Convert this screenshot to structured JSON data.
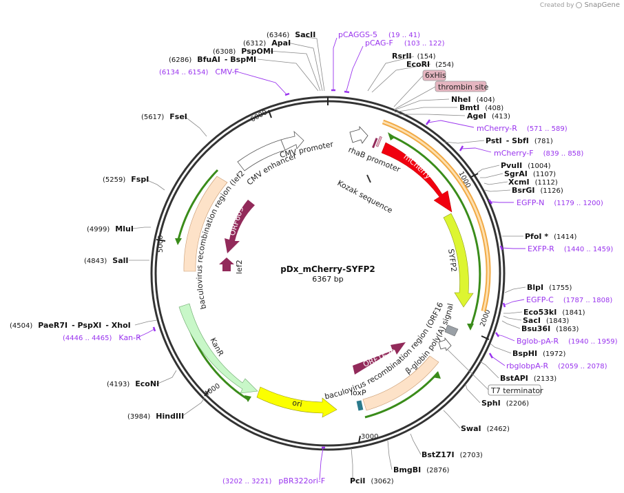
{
  "credit": {
    "created_by": "Created by",
    "brand": "SnapGene"
  },
  "plasmid": {
    "name": "pDx_mCherry-SYFP2",
    "size": "6367 bp"
  },
  "ticks": [
    {
      "text": "1000"
    },
    {
      "text": "2000"
    },
    {
      "text": "3000"
    },
    {
      "text": "4000"
    },
    {
      "text": "5000"
    },
    {
      "text": "6000"
    }
  ],
  "enzymes": [
    {
      "name": "SacII",
      "pos": "(6346)"
    },
    {
      "name": "ApaI",
      "pos": "(6312)"
    },
    {
      "name": "PspOMI",
      "pos": "(6308)"
    },
    {
      "name": "BfuAI",
      "pos": "(6286)",
      "extra": "- BspMI"
    },
    {
      "name": "RsrII",
      "pos": "(154)"
    },
    {
      "name": "EcoRI",
      "pos": "(254)"
    },
    {
      "name": "NheI",
      "pos": "(404)"
    },
    {
      "name": "BmtI",
      "pos": "(408)"
    },
    {
      "name": "AgeI",
      "pos": "(413)"
    },
    {
      "name": "PstI",
      "pos": "(781)",
      "extra": "- SbfI"
    },
    {
      "name": "PvuII",
      "pos": "(1004)"
    },
    {
      "name": "SgrAI",
      "pos": "(1107)"
    },
    {
      "name": "XcmI",
      "pos": "(1112)"
    },
    {
      "name": "BsrGI",
      "pos": "(1126)"
    },
    {
      "name": "PfoI *",
      "pos": "(1414)"
    },
    {
      "name": "BlpI",
      "pos": "(1755)"
    },
    {
      "name": "Eco53kI",
      "pos": "(1841)"
    },
    {
      "name": "SacI",
      "pos": "(1843)"
    },
    {
      "name": "Bsu36I",
      "pos": "(1863)"
    },
    {
      "name": "BspHI",
      "pos": "(1972)"
    },
    {
      "name": "BstAPI",
      "pos": "(2133)"
    },
    {
      "name": "SphI",
      "pos": "(2206)"
    },
    {
      "name": "SwaI",
      "pos": "(2462)"
    },
    {
      "name": "BstZ17I",
      "pos": "(2703)"
    },
    {
      "name": "BmgBI",
      "pos": "(2876)"
    },
    {
      "name": "PciI",
      "pos": "(3062)"
    },
    {
      "name": "HindIII",
      "pos": "(3984)"
    },
    {
      "name": "EcoNI",
      "pos": "(4193)"
    },
    {
      "name": "PaeR7I",
      "pos": "(4504)",
      "extra": "- PspXI",
      "extra2": "- XhoI"
    },
    {
      "name": "SalI",
      "pos": "(4843)"
    },
    {
      "name": "MluI",
      "pos": "(4999)"
    },
    {
      "name": "FspI",
      "pos": "(5259)"
    },
    {
      "name": "FseI",
      "pos": "(5617)"
    }
  ],
  "primers": [
    {
      "name": "pCAGGS-5",
      "range": "(19 .. 41)"
    },
    {
      "name": "pCAG-F",
      "range": "(103 .. 122)"
    },
    {
      "name": "CMV-F",
      "range": "(6134 .. 6154)"
    },
    {
      "name": "mCherry-R",
      "range": "(571 .. 589)"
    },
    {
      "name": "mCherry-F",
      "range": "(839 .. 858)"
    },
    {
      "name": "EGFP-N",
      "range": "(1179 .. 1200)"
    },
    {
      "name": "EXFP-R",
      "range": "(1440 .. 1459)"
    },
    {
      "name": "EGFP-C",
      "range": "(1787 .. 1808)"
    },
    {
      "name": "Bglob-pA-R",
      "range": "(1940 .. 1959)"
    },
    {
      "name": "rbglobpA-R",
      "range": "(2059 .. 2078)"
    },
    {
      "name": "Kan-R",
      "range": "(4446 .. 4465)"
    },
    {
      "name": "pBR322ori-F",
      "range": "(3202 .. 3221)"
    }
  ],
  "boxed_features": [
    {
      "name": "6xHis"
    },
    {
      "name": "thrombin site"
    },
    {
      "name": "T7 terminator"
    }
  ],
  "features": {
    "rhaB": "rhaB promoter",
    "kozak": "Kozak sequence",
    "mcherry": "mCherry",
    "sypf2": "SYFP2",
    "bglobin": "β-globin poly(A) signal",
    "orf1629": "ORF1629",
    "bac_right": "baculovirus recombination region (ORF1629)",
    "loxp": "loxP",
    "ori": "ori",
    "kanr": "KanR",
    "bac_left": "baculovirus recombination region (lef2/ORF603)",
    "lef2": "lef2",
    "orf603": "ORF603",
    "cmv_enhancer": "CMV enhancer",
    "cmv_promoter": "CMV promoter"
  },
  "colors": {
    "backbone": "#333333",
    "mcherry": "#f0000f",
    "sypf2": "#ddf531",
    "orf": "#922a5a",
    "recomb": "#fde2c8",
    "ori": "#fbff00",
    "kanr": "#c8f7c8",
    "primer": "#9933ee",
    "orange_arc": "#f0a030",
    "green_arc": "#3a8c1a",
    "loxp": "#2a7a8c",
    "tag_box": "#e5b5c0"
  }
}
